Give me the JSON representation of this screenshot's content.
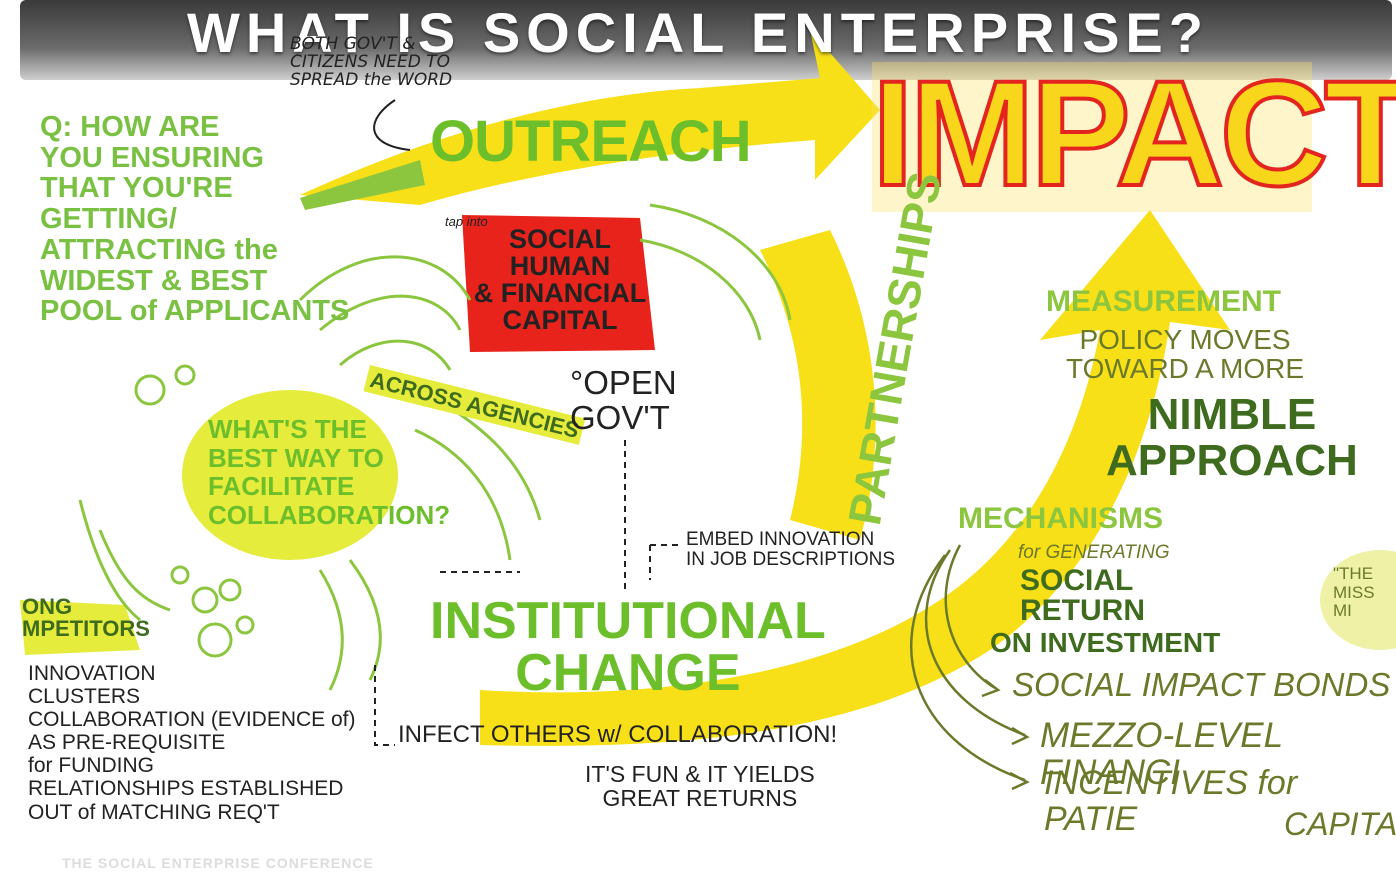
{
  "title": "WHAT IS SOCIAL ENTERPRISE?",
  "texts": {
    "citizens": "BOTH GOV'T &\nCITIZENS NEED TO\nSPREAD the WORD",
    "outreach": "OUTREACH",
    "impact": "IMPACT",
    "question": "Q: HOW ARE\nYOU ENSURING\nTHAT YOU'RE\nGETTING/\nATTRACTING the\nWIDEST & BEST\nPOOL of APPLICANTS",
    "tap_into": "tap into",
    "capital": "SOCIAL\nHUMAN\n& FINANCIAL\nCAPITAL",
    "across_agencies": "ACROSS AGENCIES",
    "open_govt": "°OPEN\nGOV'T",
    "partnerships": "PARTNERSHIPS",
    "collaboration_q": "WHAT'S THE\nBEST WAY TO\nFACILITATE\nCOLLABORATION?",
    "embed": "EMBED INNOVATION\nIN JOB DESCRIPTIONS",
    "institutional": "INSTITUTIONAL\nCHANGE",
    "competitors": "ONG\nMPETITORS",
    "competitors_list": "INNOVATION\nCLUSTERS\nCOLLABORATION (EVIDENCE of)\nAS PRE-REQUISITE\nfor FUNDING\nRELATIONSHIPS ESTABLISHED\nOUT of MATCHING REQ'T",
    "infect": "INFECT OTHERS w/ COLLABORATION!",
    "fun": "IT'S FUN & IT YIELDS\nGREAT RETURNS",
    "measurement": "MEASUREMENT",
    "policy": "POLICY MOVES\nTOWARD A MORE",
    "nimble": "NIMBLE\nAPPROACH",
    "mechanisms": "MECHANISMS",
    "generating": "for GENERATING",
    "social_return": "SOCIAL\nRETURN",
    "investment": "ON INVESTMENT",
    "bonds": "SOCIAL IMPACT BONDS",
    "mezzo": "MEZZO-LEVEL FINANCI",
    "incentives": "INCENTIVES for PATIE",
    "capita": "CAPITA",
    "mission": "\"THE\nMISS\nMI",
    "footer": "THE SOCIAL ENTERPRISE CONFERENCE"
  },
  "colors": {
    "yellow": "#f7e017",
    "green": "#7ac143",
    "dark_green": "#3f6b1f",
    "impact_red": "#e4251f",
    "impact_yellow": "#f8d61c",
    "capital_red": "#e8231c",
    "title_bar": "#555555"
  }
}
